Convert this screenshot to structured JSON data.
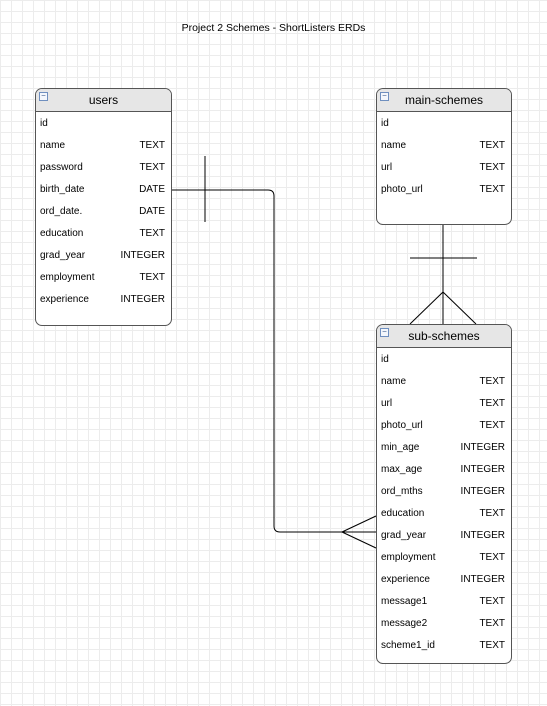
{
  "page_title": "Project 2 Schemes - ShortListers ERDs",
  "entities": {
    "users": {
      "name": "users",
      "fields": [
        {
          "name": "id",
          "type": ""
        },
        {
          "name": "name",
          "type": "TEXT"
        },
        {
          "name": "password",
          "type": "TEXT"
        },
        {
          "name": "birth_date",
          "type": "DATE"
        },
        {
          "name": "ord_date.",
          "type": "DATE"
        },
        {
          "name": "education",
          "type": "TEXT"
        },
        {
          "name": "grad_year",
          "type": "INTEGER"
        },
        {
          "name": "employment",
          "type": "TEXT"
        },
        {
          "name": "experience",
          "type": "INTEGER"
        }
      ]
    },
    "main_schemes": {
      "name": "main-schemes",
      "fields": [
        {
          "name": "id",
          "type": ""
        },
        {
          "name": "name",
          "type": "TEXT"
        },
        {
          "name": "url",
          "type": "TEXT"
        },
        {
          "name": "photo_url",
          "type": "TEXT"
        }
      ]
    },
    "sub_schemes": {
      "name": "sub-schemes",
      "fields": [
        {
          "name": "id",
          "type": ""
        },
        {
          "name": "name",
          "type": "TEXT"
        },
        {
          "name": "url",
          "type": "TEXT"
        },
        {
          "name": "photo_url",
          "type": "TEXT"
        },
        {
          "name": "min_age",
          "type": "INTEGER"
        },
        {
          "name": "max_age",
          "type": "INTEGER"
        },
        {
          "name": "ord_mths",
          "type": "INTEGER"
        },
        {
          "name": "education",
          "type": "TEXT"
        },
        {
          "name": "grad_year",
          "type": "INTEGER"
        },
        {
          "name": "employment",
          "type": "TEXT"
        },
        {
          "name": "experience",
          "type": "INTEGER"
        },
        {
          "name": "message1",
          "type": "TEXT"
        },
        {
          "name": "message2",
          "type": "TEXT"
        },
        {
          "name": "scheme1_id",
          "type": "TEXT"
        }
      ]
    }
  },
  "relationships": [
    {
      "from": "users",
      "to": "sub_schemes",
      "from_cardinality": "one",
      "to_cardinality": "many"
    },
    {
      "from": "main_schemes",
      "to": "sub_schemes",
      "from_cardinality": "one",
      "to_cardinality": "many"
    }
  ]
}
